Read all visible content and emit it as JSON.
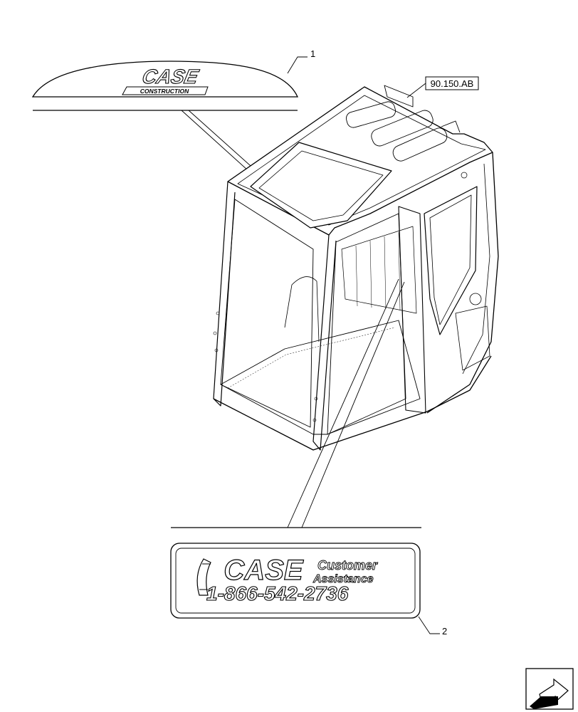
{
  "reference": {
    "code": "90.150.AB"
  },
  "callouts": [
    {
      "number": "1",
      "part": "decal-case-construction"
    },
    {
      "number": "2",
      "part": "decal-customer-assistance"
    }
  ],
  "decal1": {
    "brand": "CASE",
    "subtitle": "CONSTRUCTION"
  },
  "decal2": {
    "brand": "CASE",
    "line1": "Customer",
    "line2": "Assistance",
    "phone": "1-866-542-2736"
  },
  "icons": [
    "phone-handset-icon",
    "navigation-arrow-icon"
  ]
}
